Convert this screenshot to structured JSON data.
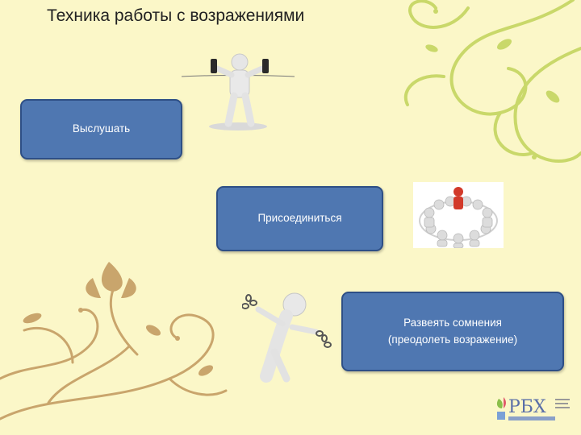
{
  "slide": {
    "title": "Техника работы с возражениями",
    "steps": [
      {
        "label": "Выслушать"
      },
      {
        "label": "Присоединиться"
      },
      {
        "label_lines": [
          "Развеять сомнения",
          "(преодолеть возражение)"
        ]
      }
    ]
  },
  "icons": {
    "step1": "person-with-two-phones-icon",
    "step2": "group-circle-leader-icon",
    "step3": "person-breaking-chains-icon"
  },
  "logo": {
    "brand": "РБХ"
  },
  "colors": {
    "background": "#fbf7c8",
    "box_fill": "#4f77b1",
    "box_border": "#2e4f86",
    "swirl_top": "#c9d86a",
    "swirl_bottom": "#c9a56c"
  }
}
